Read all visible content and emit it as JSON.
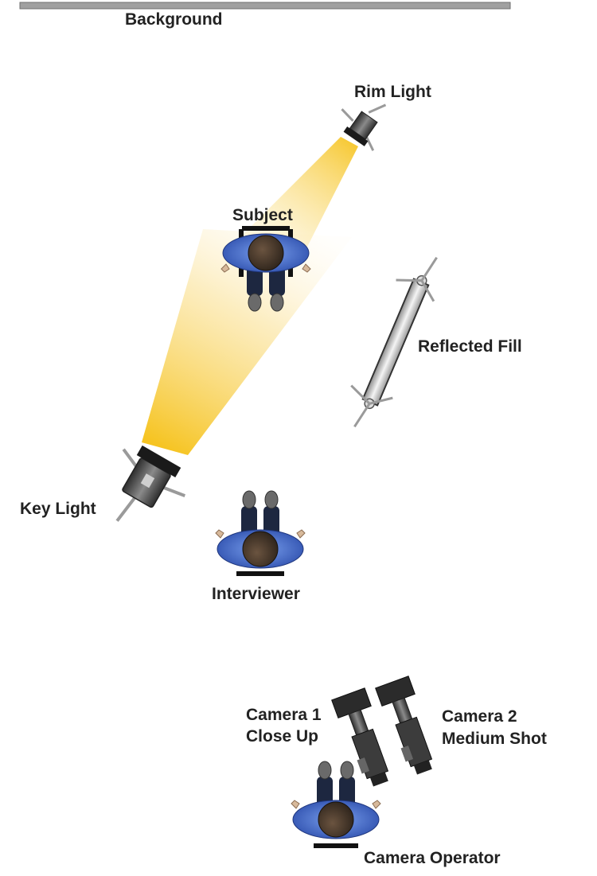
{
  "labels": {
    "background": "Background",
    "rim_light": "Rim Light",
    "subject": "Subject",
    "reflected_fill": "Reflected Fill",
    "key_light": "Key Light",
    "interviewer": "Interviewer",
    "camera1_line1": "Camera 1",
    "camera1_line2": "Close Up",
    "camera2_line1": "Camera 2",
    "camera2_line2": "Medium Shot",
    "camera_operator": "Camera Operator"
  },
  "colors": {
    "beam": "#f5c52a",
    "shirt": "#3a5fc4",
    "pants": "#1d2740",
    "head": "#3b2f24",
    "fixture": "#4a4a4a",
    "stand": "#9a9a9a",
    "background_bar": "#a0a0a0"
  }
}
